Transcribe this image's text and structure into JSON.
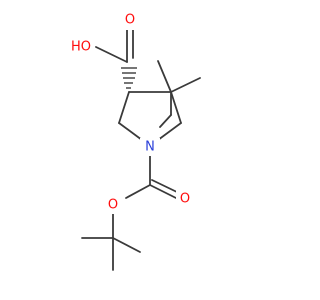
{
  "atoms": {
    "carboxylic_oxygen_label": "HO",
    "carbonyl_oxygen_top": "O",
    "ring_nitrogen": "N",
    "carbamate_carbonyl_oxygen": "O",
    "carbamate_ester_oxygen": "O"
  },
  "colors": {
    "bond": "#3a3a3a",
    "oxygen": "#ff0d0d",
    "nitrogen": "#2a3fd9"
  }
}
